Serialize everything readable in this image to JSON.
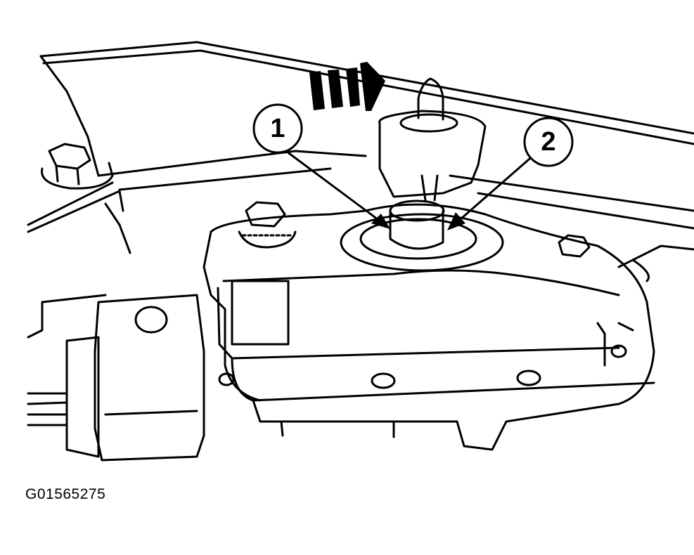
{
  "figure": {
    "id_label": "G01565275",
    "callouts": [
      {
        "label": "1",
        "target": "left-edge-of-shaft-collar"
      },
      {
        "label": "2",
        "target": "right-edge-of-shaft-collar"
      }
    ],
    "direction_arrow": {
      "icon": "forward-arrow-icon",
      "points": "right"
    }
  },
  "colors": {
    "ink": "#000000",
    "paper": "#ffffff"
  }
}
